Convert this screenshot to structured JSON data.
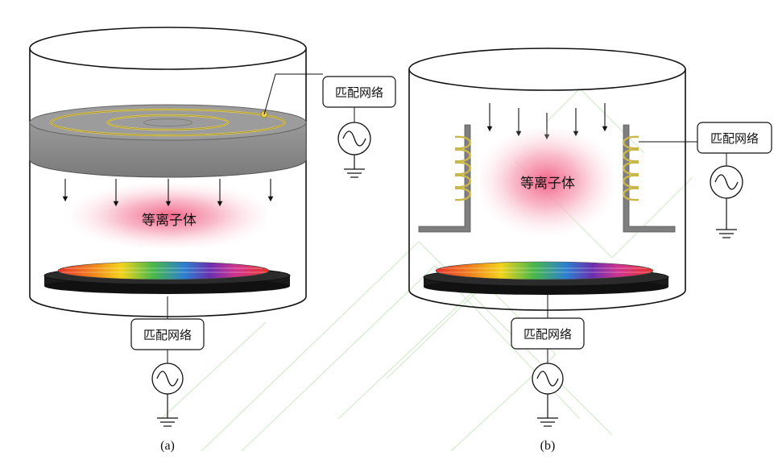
{
  "panel_a": {
    "match_top": "匹配网络",
    "match_bottom": "匹配网络",
    "plasma": "等离子体",
    "caption": "(a)"
  },
  "panel_b": {
    "match_side": "匹配网络",
    "match_bottom": "匹配网络",
    "plasma": "等离子体",
    "caption": "(b)"
  },
  "colors": {
    "outline": "#111111",
    "coil": "#c9b74a",
    "plate": "#8a8a8a",
    "plasma": "#f06a8c",
    "chuck": "#1a1a1a",
    "watermark": "#cfe9c8"
  }
}
